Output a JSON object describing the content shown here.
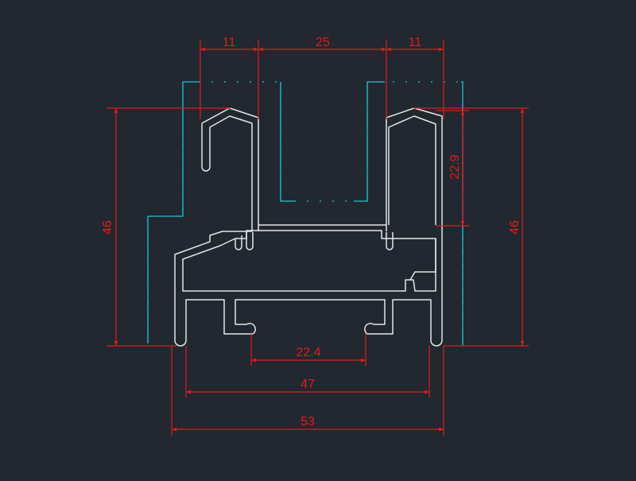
{
  "colors": {
    "background": "#212830",
    "profile": "#e6e6e6",
    "dimension": "#e8181b",
    "hidden_line": "#19c8d0"
  },
  "dimensions": {
    "top_left_width": "11",
    "top_middle_width": "25",
    "top_right_width": "11",
    "left_height": "46",
    "right_height": "46",
    "inner_height": "22.9",
    "bottom_inner_width": "22.4",
    "bottom_mid_width": "47",
    "bottom_overall_width": "53"
  }
}
